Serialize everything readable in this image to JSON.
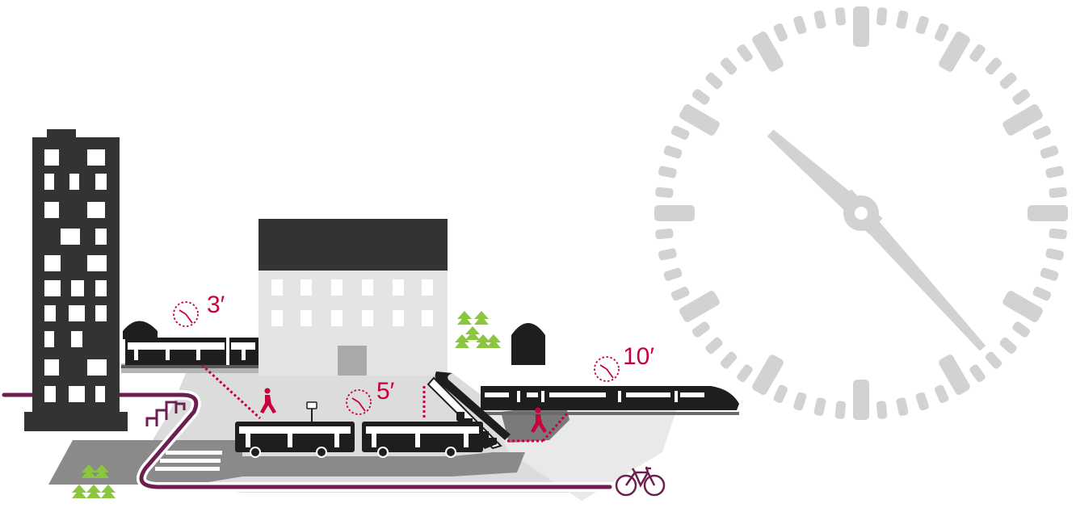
{
  "colors": {
    "background": "#ffffff",
    "accent": "#c8003c",
    "path": "#6b1f4f",
    "greenery": "#8cc63f",
    "building_dark": "#333333",
    "building_light": "#e4e4e4",
    "ground": "#8a8a8a",
    "ground_light": "#dcdcdc",
    "clock_face": "#d2d2d2"
  },
  "icons": [
    "tower-block-icon",
    "town-house-icon",
    "tunnel-icon",
    "tram-icon",
    "bus-icon",
    "train-icon",
    "escalator-icon",
    "pedestrian-icon",
    "stopwatch-icon",
    "bicycle-icon",
    "bike-rack-icon",
    "trees-icon",
    "bus-stop-sign-icon",
    "clock-icon"
  ],
  "transfer_times": {
    "tram": "3′",
    "bus": "5′",
    "train": "10′"
  },
  "clock": {
    "hour": 10,
    "minute": 23
  }
}
